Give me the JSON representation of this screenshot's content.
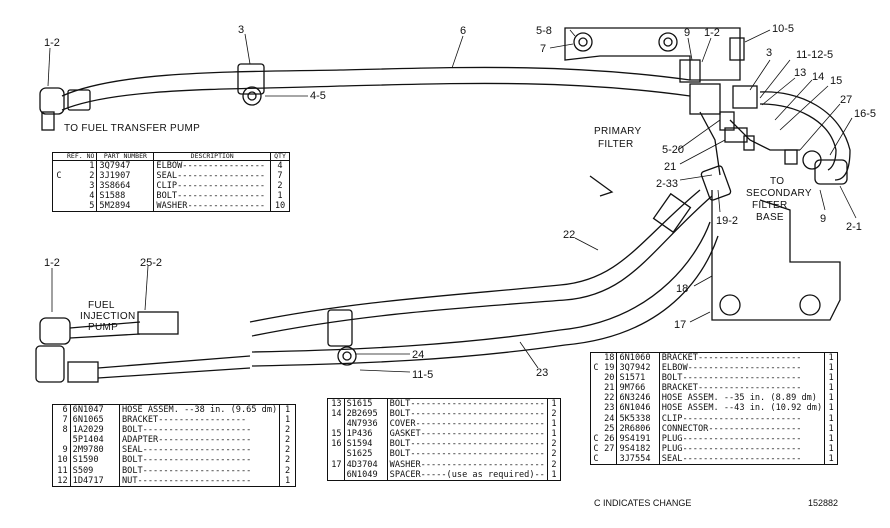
{
  "callouts": {
    "c1": "1-2",
    "c2": "3",
    "c3": "4-5",
    "c4": "6",
    "c5": "5-8",
    "c6": "7",
    "c7": "9",
    "c8": "1-2",
    "c9": "10-5",
    "c10": "3",
    "c11": "11-12-5",
    "c12": "13",
    "c13": "14",
    "c14": "15",
    "c15": "27",
    "c16": "16-5",
    "c17": "5-20",
    "c18": "21",
    "c19": "2-33",
    "c20": "19-2",
    "c21": "9",
    "c22": "2-1",
    "c23": "22",
    "c24": "18",
    "c25": "17",
    "c26": "1-2",
    "c27": "25-2",
    "c28": "24",
    "c29": "11-5",
    "c30": "23"
  },
  "captions": {
    "to_fuel_transfer_pump": "TO FUEL TRANSFER PUMP",
    "primary_filter_1": "PRIMARY",
    "primary_filter_2": "FILTER",
    "to_secondary_1": "TO",
    "to_secondary_2": "SECONDARY",
    "to_secondary_3": "FILTER",
    "to_secondary_4": "BASE",
    "fuel_injection_1": "FUEL",
    "fuel_injection_2": "INJECTION",
    "fuel_injection_3": "PUMP"
  },
  "table_a": {
    "headers": {
      "ref": "REF. NO",
      "part": "PART NUMBER",
      "desc": "DESCRIPTION",
      "qty": "QTY"
    },
    "rows": [
      {
        "mark": "",
        "ref": "1",
        "part": "3Q7947",
        "desc": "ELBOW----------------",
        "qty": "4"
      },
      {
        "mark": "C",
        "ref": "2",
        "part": "3J1907",
        "desc": "SEAL-----------------",
        "qty": "7"
      },
      {
        "mark": "",
        "ref": "3",
        "part": "3S8664",
        "desc": "CLIP-----------------",
        "qty": "2"
      },
      {
        "mark": "",
        "ref": "4",
        "part": "S1588",
        "desc": "BOLT-----------------",
        "qty": "1"
      },
      {
        "mark": "",
        "ref": "5",
        "part": "5M2894",
        "desc": "WASHER---------------",
        "qty": "10"
      }
    ]
  },
  "table_b": {
    "rows": [
      {
        "ref": "6",
        "part": "6N1047",
        "desc": "HOSE ASSEM. --38 in. (9.65 dm)",
        "qty": "1"
      },
      {
        "ref": "7",
        "part": "6N1065",
        "desc": "BRACKET-----------------",
        "qty": "1"
      },
      {
        "ref": "8",
        "part": "1A2029",
        "desc": "BOLT---------------------",
        "qty": "2"
      },
      {
        "ref": "",
        "part": "5P1404",
        "desc": "ADAPTER------------------",
        "qty": "2"
      },
      {
        "ref": "9",
        "part": "2M9780",
        "desc": "SEAL---------------------",
        "qty": "2"
      },
      {
        "ref": "10",
        "part": "S1590",
        "desc": "BOLT---------------------",
        "qty": "2"
      },
      {
        "ref": "11",
        "part": "S509",
        "desc": "BOLT---------------------",
        "qty": "2"
      },
      {
        "ref": "12",
        "part": "1D4717",
        "desc": "NUT----------------------",
        "qty": "1"
      }
    ]
  },
  "table_c": {
    "rows": [
      {
        "ref": "13",
        "part": "S1615",
        "desc": "BOLT--------------------------",
        "qty": "1"
      },
      {
        "ref": "14",
        "part": "2B2695",
        "desc": "BOLT--------------------------",
        "qty": "2"
      },
      {
        "ref": "",
        "part": "4N7936",
        "desc": "COVER-------------------------",
        "qty": "1"
      },
      {
        "ref": "15",
        "part": "1P436",
        "desc": "GASKET------------------------",
        "qty": "1"
      },
      {
        "ref": "16",
        "part": "S1594",
        "desc": "BOLT--------------------------",
        "qty": "2"
      },
      {
        "ref": "",
        "part": "S1625",
        "desc": "BOLT--------------------------",
        "qty": "2"
      },
      {
        "ref": "17",
        "part": "4D3704",
        "desc": "WASHER------------------------",
        "qty": "2"
      },
      {
        "ref": "",
        "part": "6N1049",
        "desc": "SPACER-----(use as required)--",
        "qty": "1"
      }
    ]
  },
  "table_d": {
    "rows": [
      {
        "mark": "",
        "ref": "18",
        "part": "6N1060",
        "desc": "BRACKET--------------------",
        "qty": "1"
      },
      {
        "mark": "C",
        "ref": "19",
        "part": "3Q7942",
        "desc": "ELBOW----------------------",
        "qty": "1"
      },
      {
        "mark": "",
        "ref": "20",
        "part": "S1571",
        "desc": "BOLT-----------------------",
        "qty": "1"
      },
      {
        "mark": "",
        "ref": "21",
        "part": "9M766",
        "desc": "BRACKET--------------------",
        "qty": "1"
      },
      {
        "mark": "",
        "ref": "22",
        "part": "6N3246",
        "desc": "HOSE ASSEM. --35 in. (8.89 dm)",
        "qty": "1"
      },
      {
        "mark": "",
        "ref": "23",
        "part": "6N1046",
        "desc": "HOSE ASSEM. --43 in. (10.92 dm)",
        "qty": "1"
      },
      {
        "mark": "",
        "ref": "24",
        "part": "5K5338",
        "desc": "CLIP-----------------------",
        "qty": "1"
      },
      {
        "mark": "",
        "ref": "25",
        "part": "2R6806",
        "desc": "CONNECTOR------------------",
        "qty": "1"
      },
      {
        "mark": "C",
        "ref": "26",
        "part": "9S4191",
        "desc": "PLUG-----------------------",
        "qty": "1"
      },
      {
        "mark": "C",
        "ref": "27",
        "part": "9S4182",
        "desc": "PLUG-----------------------",
        "qty": "1"
      },
      {
        "mark": "C",
        "ref": "",
        "part": "3J7554",
        "desc": "SEAL-----------------------",
        "qty": "1"
      }
    ]
  },
  "footer": {
    "indicates_change": "C INDICATES CHANGE",
    "drawing_number": "152882"
  }
}
